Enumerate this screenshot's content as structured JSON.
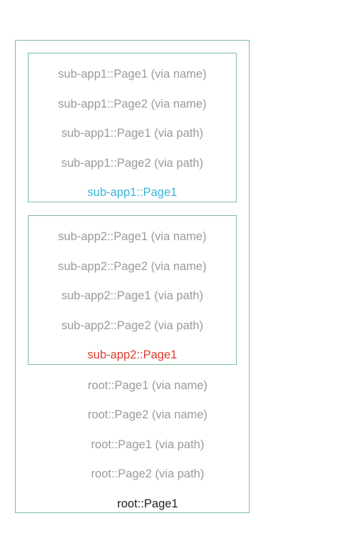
{
  "colors": {
    "border": "#7cbf9b",
    "link": "#9a9a9a",
    "sub_app1_active": "#38b6d8",
    "sub_app2_active": "#e23b2e",
    "root_active": "#222222"
  },
  "sub_app1": {
    "links": [
      "sub-app1::Page1 (via name)",
      "sub-app1::Page2 (via name)",
      "sub-app1::Page1 (via path)",
      "sub-app1::Page2 (via path)"
    ],
    "current_page": "sub-app1::Page1"
  },
  "sub_app2": {
    "links": [
      "sub-app2::Page1 (via name)",
      "sub-app2::Page2 (via name)",
      "sub-app2::Page1 (via path)",
      "sub-app2::Page2 (via path)"
    ],
    "current_page": "sub-app2::Page1"
  },
  "root": {
    "links": [
      "root::Page1 (via name)",
      "root::Page2 (via name)",
      "root::Page1 (via path)",
      "root::Page2 (via path)"
    ],
    "current_page": "root::Page1"
  }
}
